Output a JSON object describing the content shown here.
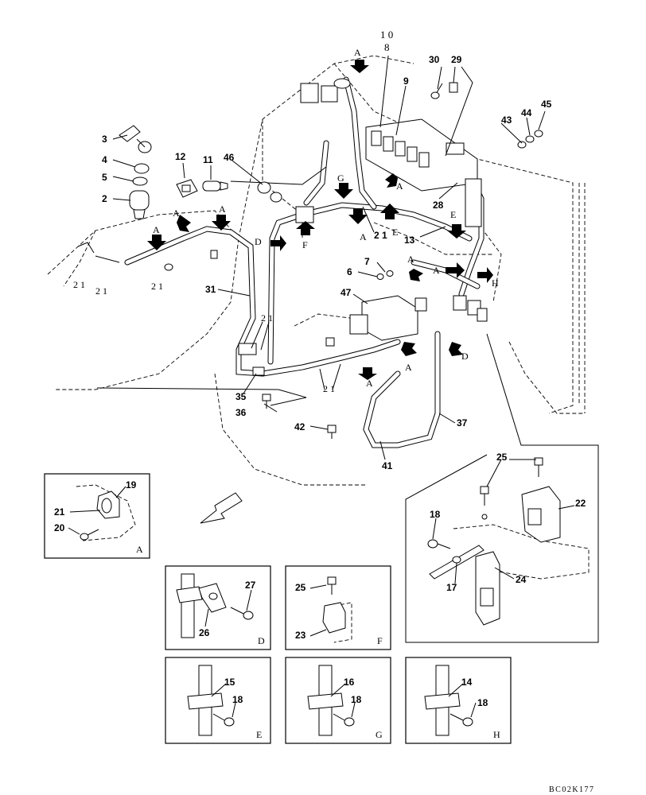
{
  "diagram": {
    "drawing_code": "BC02K177",
    "main": {
      "labels": [
        "1 0",
        "8",
        "9",
        "30",
        "29",
        "43",
        "44",
        "45",
        "3",
        "4",
        "5",
        "2",
        "12",
        "11",
        "46",
        "28",
        "13",
        "7",
        "6",
        "47",
        "31",
        "35",
        "36",
        "42",
        "41",
        "37",
        "2 1"
      ],
      "arrows": [
        "A",
        "G",
        "E",
        "D",
        "F",
        "H"
      ]
    },
    "detail_A": {
      "letter": "A",
      "labels": [
        "19",
        "21",
        "20"
      ]
    },
    "detail_big": {
      "labels": [
        "25",
        "22",
        "18",
        "17",
        "24"
      ]
    },
    "detail_D": {
      "letter": "D",
      "labels": [
        "27",
        "26"
      ]
    },
    "detail_F": {
      "letter": "F",
      "labels": [
        "25",
        "23"
      ]
    },
    "detail_E": {
      "letter": "E",
      "labels": [
        "15",
        "18"
      ]
    },
    "detail_G": {
      "letter": "G",
      "labels": [
        "16",
        "18"
      ]
    },
    "detail_H": {
      "letter": "H",
      "labels": [
        "14",
        "18"
      ]
    }
  }
}
